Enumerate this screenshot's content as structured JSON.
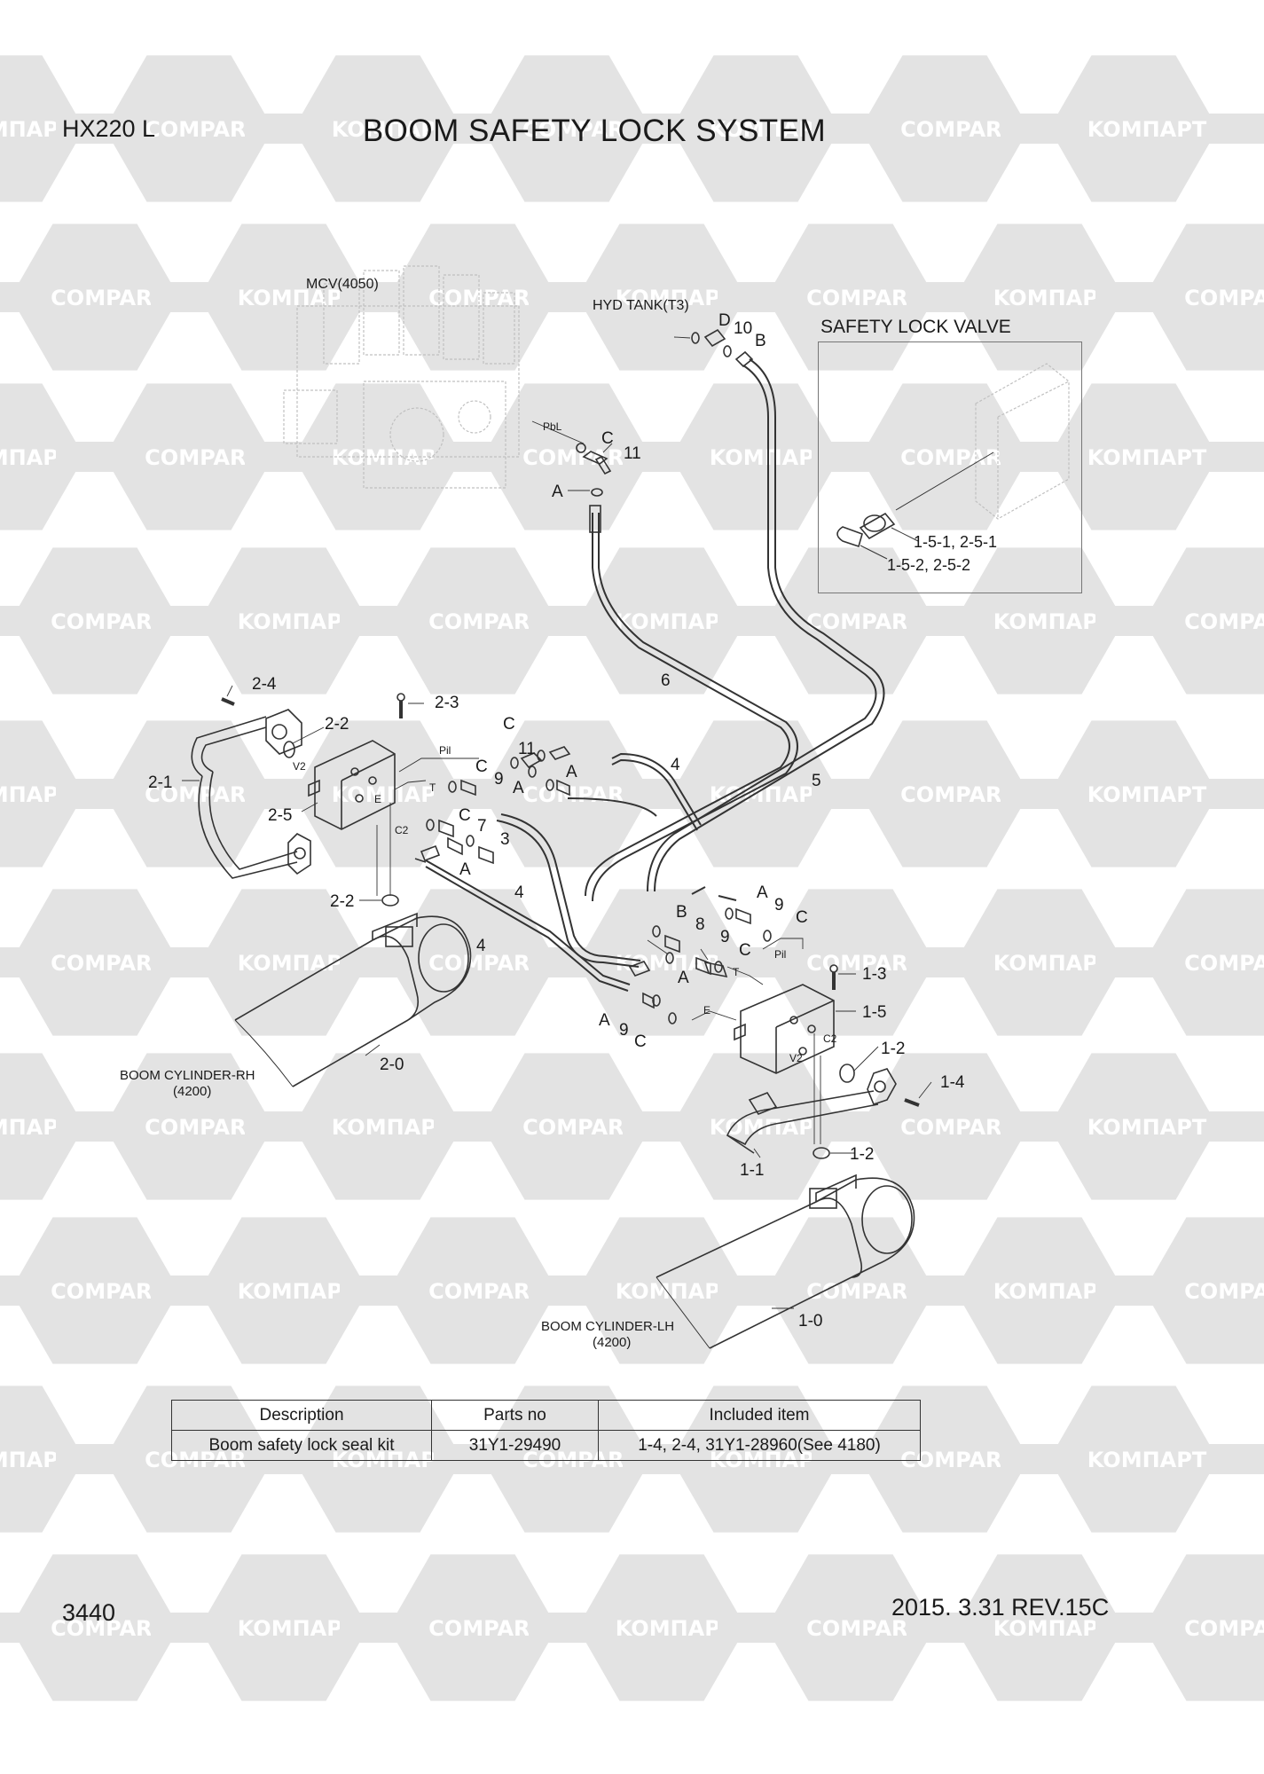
{
  "header": {
    "model": "HX220 L",
    "title": "BOOM SAFETY LOCK SYSTEM"
  },
  "watermark": {
    "text_cyrillic": "KOMПАРТ",
    "text_latin": "COMPART"
  },
  "diagram": {
    "mcv": "MCV(4050)",
    "hyd_tank": "HYD TANK(T3)",
    "safety_lock_valve_title": "SAFETY LOCK VALVE",
    "svl_callout_1": "1-5-1, 2-5-1",
    "svl_callout_2": "1-5-2, 2-5-2",
    "boom_rh_line1": "BOOM CYLINDER-RH",
    "boom_rh_line2": "(4200)",
    "boom_lh_line1": "BOOM CYLINDER-LH",
    "boom_lh_line2": "(4200)",
    "port_pbl": "PbL",
    "port_pil": "Pil",
    "port_t": "T",
    "port_e": "E",
    "port_c2": "C2",
    "port_v2": "V2",
    "callouts": {
      "D": "D",
      "n10": "10",
      "B": "B",
      "C": "C",
      "n11": "11",
      "A": "A",
      "n6": "6",
      "n5": "5",
      "n4": "4",
      "n9": "9",
      "n7": "7",
      "n3": "3",
      "n8": "8",
      "p2_4": "2-4",
      "p2_3": "2-3",
      "p2_2": "2-2",
      "p2_1": "2-1",
      "p2_5": "2-5",
      "p2_0": "2-0",
      "p1_3": "1-3",
      "p1_5": "1-5",
      "p1_2": "1-2",
      "p1_4": "1-4",
      "p1_1": "1-1",
      "p1_0": "1-0"
    }
  },
  "parts_table": {
    "headers": [
      "Description",
      "Parts no",
      "Included item"
    ],
    "rows": [
      [
        "Boom safety lock seal kit",
        "31Y1-29490",
        "1-4, 2-4, 31Y1-28960(See 4180)"
      ]
    ]
  },
  "footer": {
    "page_number": "3440",
    "revision": "2015. 3.31  REV.15C"
  },
  "colors": {
    "line": "#333333",
    "watermark": "#e3e3e3",
    "watermark_text": "#ffffff",
    "faint_part": "#c8c8c8"
  }
}
